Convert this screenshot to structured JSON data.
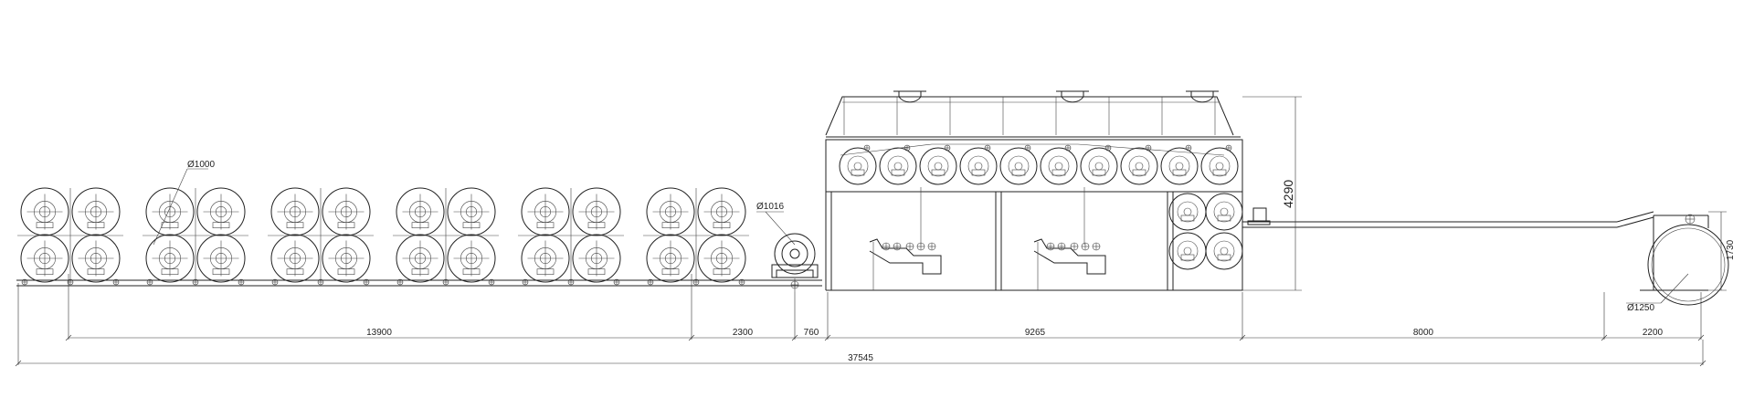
{
  "drawing": {
    "dimensions": {
      "d1": "13900",
      "d2": "2300",
      "d3": "760",
      "d4": "9265",
      "d5": "8000",
      "d6": "2200",
      "total": "37545",
      "height": "4290",
      "winder_height": "1730"
    },
    "diameters": {
      "unwind_roll": "Ø1000",
      "accumulator_roll": "Ø1016",
      "winder_roll": "Ø1250"
    }
  }
}
